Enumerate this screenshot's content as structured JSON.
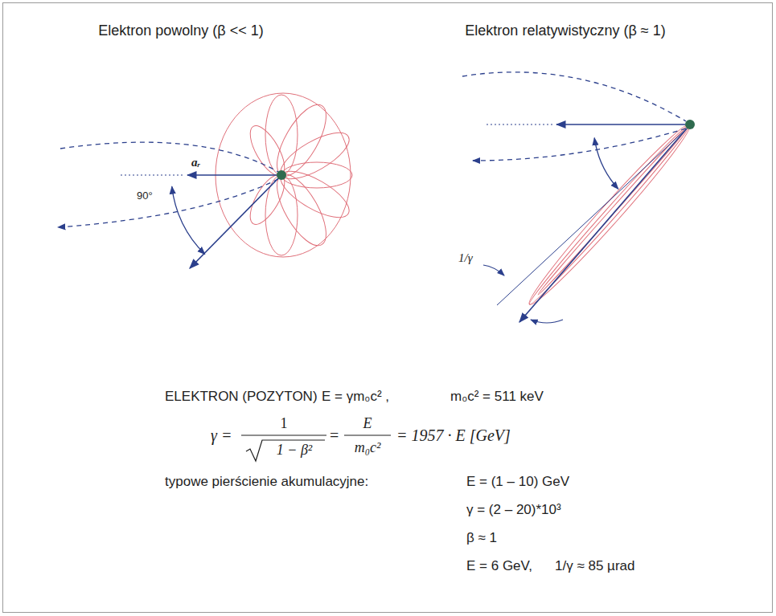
{
  "diagram": {
    "labels": [
      "Elektron powolny (β << 1)",
      "Elektron relatywistyczny (β ≈ 1)",
      "aᵣ",
      "90°",
      "1/γ",
      "ELEKTRON (POZYTON)",
      "E = γm₀c² ,",
      "m₀c² = 511 keV",
      "γ =",
      "1",
      "1 − β²",
      "=",
      "E",
      "m₀c²",
      "= 1957 · E [GeV]",
      "typowe pierścienie akumulacyjne:",
      "E = (1 – 10) GeV",
      "γ = (2 – 20)*10³",
      "β ≈ 1",
      "E = 6 GeV,",
      "1/γ ≈ 85 µrad"
    ]
  }
}
